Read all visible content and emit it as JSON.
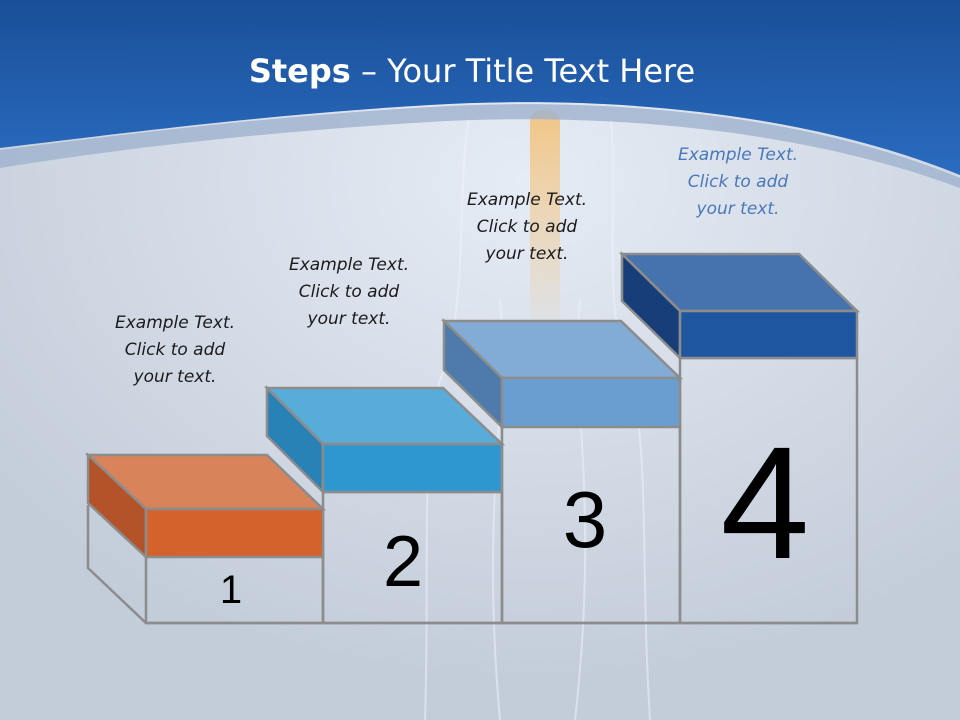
{
  "slide": {
    "title_bold": "Steps",
    "title_rest": " – Your Title Text Here"
  },
  "steps": [
    {
      "number": "1",
      "caption": [
        "Example Text.",
        "Click  to add",
        "your text."
      ],
      "color": "#d4622c"
    },
    {
      "number": "2",
      "caption": [
        "Example Text.",
        "Click  to add",
        "your text."
      ],
      "color": "#2f97d0"
    },
    {
      "number": "3",
      "caption": [
        "Example Text.",
        "Click  to add",
        "your text."
      ],
      "color": "#6a9ed0"
    },
    {
      "number": "4",
      "caption": [
        "Example Text.",
        "Click  to add",
        "your text."
      ],
      "color": "#1e57a0"
    }
  ],
  "colors": {
    "header_blue": "#1f5fae",
    "background": "#c9d1dd",
    "outline": "#8c8c8c"
  }
}
